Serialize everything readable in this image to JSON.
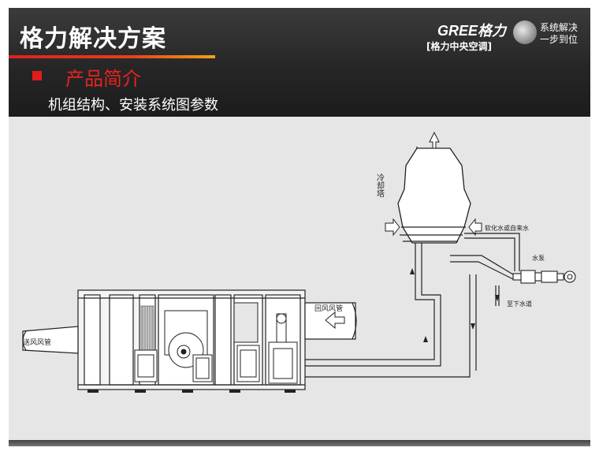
{
  "header": {
    "title": "格力解决方案",
    "subtitle": "产品简介",
    "description": "机组结构、安装系统图参数"
  },
  "logo": {
    "brand": "GREE格力",
    "sub": "[格力中央空调]",
    "slogan_line1": "系统解决",
    "slogan_line2": "一步到位"
  },
  "diagram": {
    "cooling_tower_label": "冷却塔",
    "makeup_water_label": "软化水或自来水",
    "pump_label": "水泵",
    "drain_label": "至下水道",
    "return_duct_label": "回风风管",
    "supply_duct_label": "送风风管"
  },
  "colors": {
    "header_bg": "#262626",
    "accent_red": "#e01d1b",
    "diagram_bg": "#e6e6e6"
  }
}
